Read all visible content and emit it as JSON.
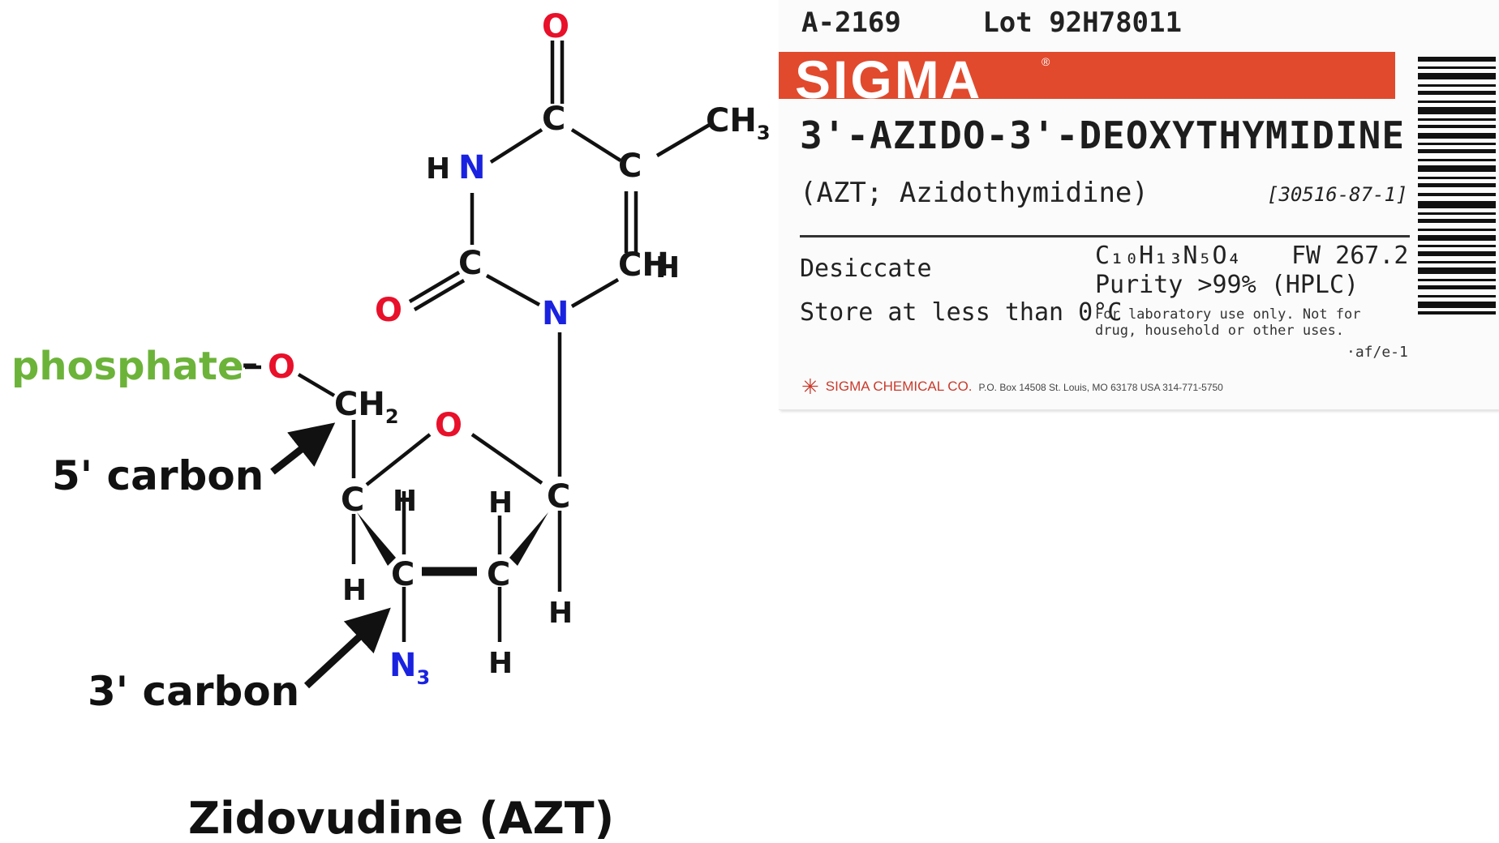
{
  "molecule": {
    "carbonyl_oxygen_top": "O",
    "carbon_c4": "C",
    "methyl_group": "CH",
    "methyl_subscript": "3",
    "carbon_c5": "C",
    "imino_h": "H",
    "imino_n": "N",
    "carbon_c2": "C",
    "carbonyl_oxygen_left": "O",
    "carbon_c6": "CH",
    "ring_nitrogen_n1": "N",
    "phosphate_label": "phosphate",
    "phosphate_dash": "–",
    "ester_oxygen": "O",
    "methylene_group": "CH",
    "methylene_subscript": "2",
    "ring_oxygen": "O",
    "carbon_c4_prime": "C",
    "carbon_c3_prime": "C",
    "carbon_c2_prime": "C",
    "carbon_c1_prime": "C",
    "h_labels": [
      "H",
      "H",
      "H",
      "H",
      "H",
      "H"
    ],
    "azide_n": "N",
    "azide_subscript": "3",
    "annotation_5_prime": "5' carbon",
    "annotation_3_prime": "3' carbon",
    "caption": "Zidovudine (AZT)"
  },
  "label": {
    "catalog_number": "A-2169",
    "lot": "Lot 92H78011",
    "brand": "SIGMA",
    "registered_mark": "®",
    "product_name": "3'-AZIDO-3'-DEOXYTHYMIDINE",
    "synonyms": "(AZT; Azidothymidine)",
    "cas_number": "[30516-87-1]",
    "desiccate": "Desiccate",
    "storage": "Store at less than 0°C",
    "formula": "C₁₀H₁₃N₅O₄",
    "formula_weight": "FW 267.2",
    "purity": "Purity >99% (HPLC)",
    "lab_use_notice": "For laboratory use only. Not for drug, household or other uses.",
    "misc_code": "·af/e-1",
    "company_star": "✳",
    "company": "SIGMA CHEMICAL CO.",
    "address": "P.O. Box 14508 St. Louis, MO 63178 USA  314-771-5750"
  }
}
